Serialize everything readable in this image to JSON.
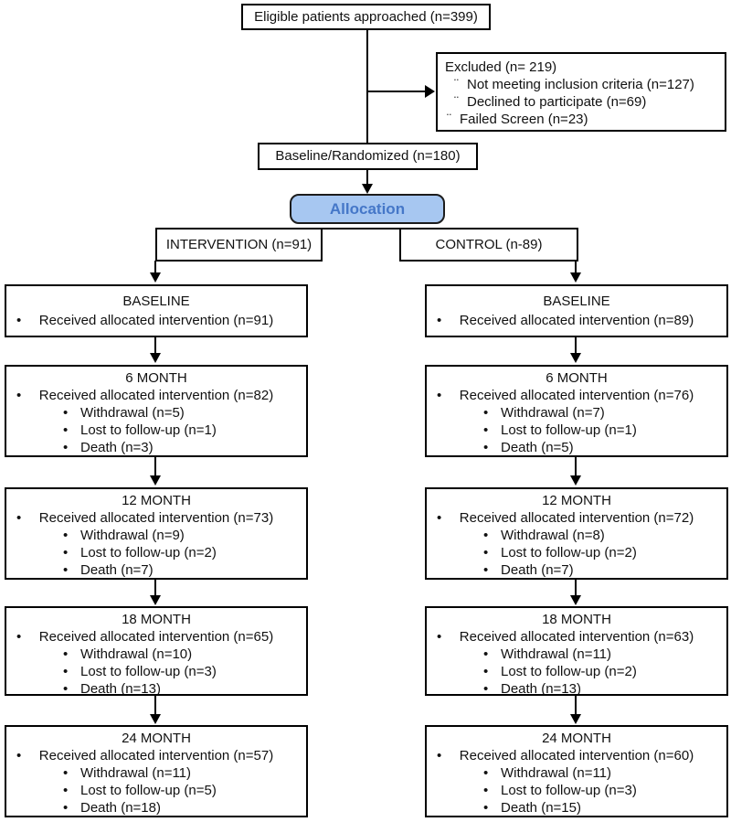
{
  "glyphs": {
    "bullet": "•",
    "excluded_bullet": "¨"
  },
  "colors": {
    "allocation_fill": "#a7c7f1",
    "allocation_text": "#4577c8",
    "allocation_border": "#1c1c1c"
  },
  "flow": {
    "eligible": "Eligible patients approached (n=399)",
    "excluded": {
      "title": "Excluded (n= 219)",
      "items": [
        "Not meeting inclusion criteria (n=127)",
        "Declined to participate (n=69)",
        "Failed Screen (n=23)"
      ]
    },
    "randomized": "Baseline/Randomized (n=180)",
    "allocation": "Allocation",
    "arms": [
      {
        "header": "INTERVENTION (n=91)",
        "stages": [
          {
            "title": "BASELINE",
            "main": "Received allocated intervention (n=91)",
            "subs": []
          },
          {
            "title": "6 MONTH",
            "main": "Received allocated intervention (n=82)",
            "subs": [
              "Withdrawal (n=5)",
              "Lost to follow-up (n=1)",
              "Death (n=3)"
            ]
          },
          {
            "title": "12 MONTH",
            "main": "Received allocated intervention (n=73)",
            "subs": [
              "Withdrawal (n=9)",
              "Lost to follow-up (n=2)",
              "Death (n=7)"
            ]
          },
          {
            "title": "18 MONTH",
            "main": "Received allocated intervention (n=65)",
            "subs": [
              "Withdrawal (n=10)",
              "Lost to follow-up (n=3)",
              "Death (n=13)"
            ]
          },
          {
            "title": "24 MONTH",
            "main": "Received allocated intervention (n=57)",
            "subs": [
              "Withdrawal (n=11)",
              "Lost to follow-up (n=5)",
              "Death (n=18)"
            ]
          }
        ]
      },
      {
        "header": "CONTROL (n-89)",
        "stages": [
          {
            "title": "BASELINE",
            "main": "Received allocated intervention (n=89)",
            "subs": []
          },
          {
            "title": "6 MONTH",
            "main": "Received allocated intervention (n=76)",
            "subs": [
              "Withdrawal (n=7)",
              "Lost to follow-up (n=1)",
              "Death (n=5)"
            ]
          },
          {
            "title": "12 MONTH",
            "main": "Received allocated intervention (n=72)",
            "subs": [
              "Withdrawal (n=8)",
              "Lost to follow-up (n=2)",
              "Death (n=7)"
            ]
          },
          {
            "title": "18 MONTH",
            "main": "Received allocated intervention (n=63)",
            "subs": [
              "Withdrawal (n=11)",
              "Lost to follow-up (n=2)",
              "Death (n=13)"
            ]
          },
          {
            "title": "24 MONTH",
            "main": "Received allocated intervention (n=60)",
            "subs": [
              "Withdrawal (n=11)",
              "Lost to follow-up (n=3)",
              "Death (n=15)"
            ]
          }
        ]
      }
    ]
  }
}
